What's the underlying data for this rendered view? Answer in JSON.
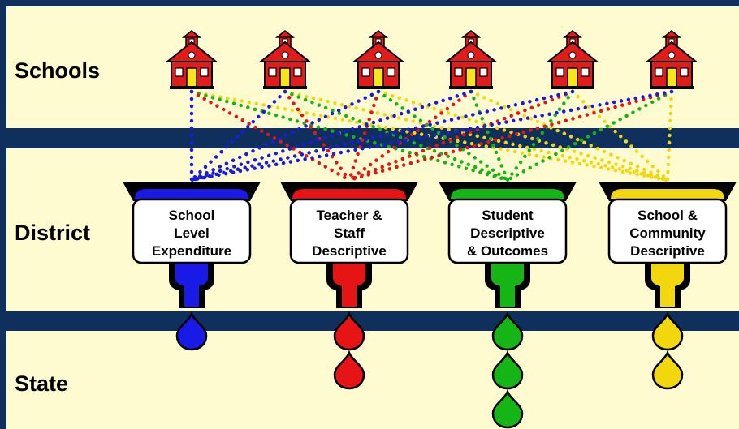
{
  "bands": [
    {
      "label": "Schools"
    },
    {
      "label": "District"
    },
    {
      "label": "State"
    }
  ],
  "schools_count": 6,
  "funnels": [
    {
      "lines": [
        "School",
        "Level",
        "Expenditure"
      ],
      "color": "#1a1ae6",
      "drops": 1
    },
    {
      "lines": [
        "Teacher &",
        "Staff",
        "Descriptive"
      ],
      "color": "#e61414",
      "drops": 2
    },
    {
      "lines": [
        "Student",
        "Descriptive",
        "& Outcomes"
      ],
      "color": "#16b516",
      "drops": 3
    },
    {
      "lines": [
        "School &",
        "Community",
        "Descriptive"
      ],
      "color": "#f2d70e",
      "drops": 2
    }
  ],
  "colors": {
    "background_band": "#fdfbcf",
    "divider": "#0f2f5c",
    "school_red": "#e21b1b",
    "school_yellow": "#f5e61a"
  }
}
